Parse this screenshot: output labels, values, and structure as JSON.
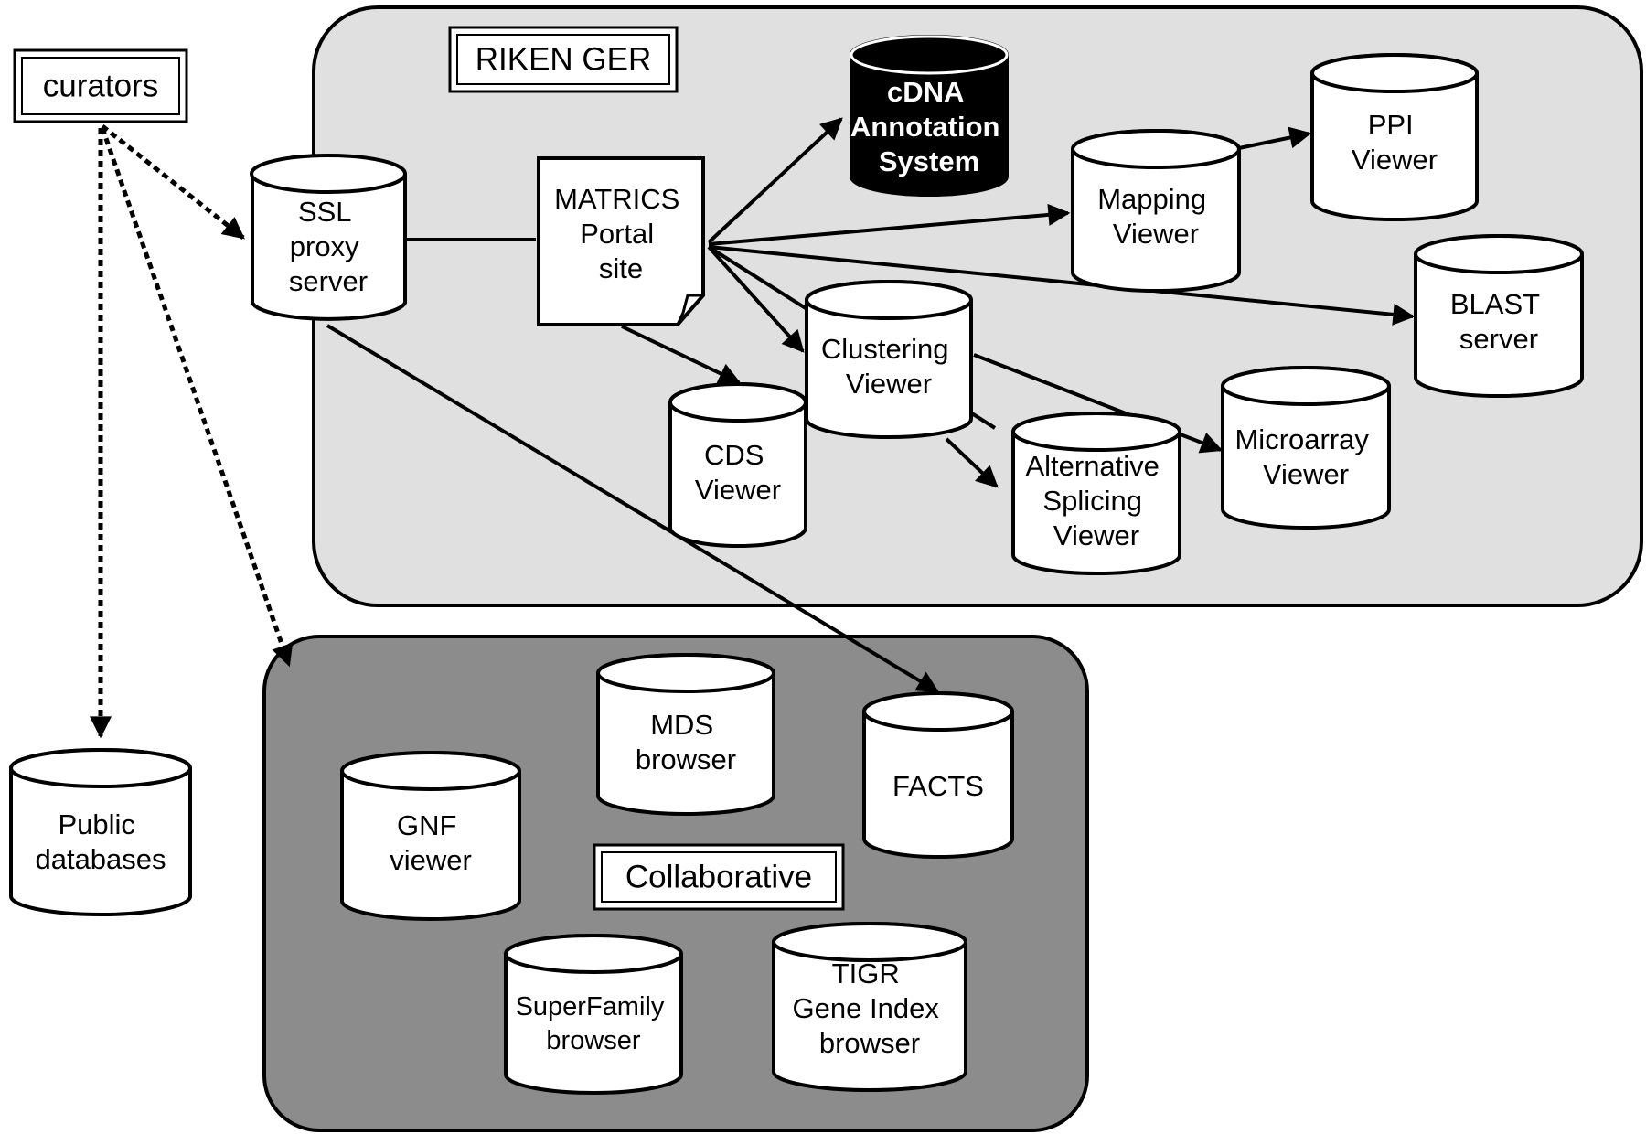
{
  "curators": {
    "label": "curators"
  },
  "public_databases": {
    "lines": [
      "Public",
      "databases"
    ]
  },
  "riken": {
    "title": "RIKEN GER",
    "ssl_proxy": {
      "lines": [
        "SSL",
        "proxy",
        "server"
      ]
    },
    "matrics_portal": {
      "lines": [
        "MATRICS",
        "Portal",
        "site"
      ]
    },
    "cdna_annotation": {
      "lines": [
        "cDNA",
        "Annotation",
        "System"
      ]
    },
    "ppi_viewer": {
      "lines": [
        "PPI",
        "Viewer"
      ]
    },
    "mapping_viewer": {
      "lines": [
        "Mapping",
        "Viewer"
      ]
    },
    "blast_server": {
      "lines": [
        "BLAST",
        "server"
      ]
    },
    "clustering_viewer": {
      "lines": [
        "Clustering",
        "Viewer"
      ]
    },
    "cds_viewer": {
      "lines": [
        "CDS",
        "Viewer"
      ]
    },
    "alternative_splicing_viewer": {
      "lines": [
        "Alternative",
        "Splicing",
        "Viewer"
      ]
    },
    "microarray_viewer": {
      "lines": [
        "Microarray",
        "Viewer"
      ]
    }
  },
  "collaborative": {
    "title": "Collaborative",
    "mds_browser": {
      "lines": [
        "MDS",
        "browser"
      ]
    },
    "facts": {
      "lines": [
        "FACTS"
      ]
    },
    "gnf_viewer": {
      "lines": [
        "GNF",
        "viewer"
      ]
    },
    "superfamily_browser": {
      "lines": [
        "SuperFamily",
        "browser"
      ]
    },
    "tigr_gene_index_browser": {
      "lines": [
        "TIGR",
        "Gene Index",
        "browser"
      ]
    }
  }
}
